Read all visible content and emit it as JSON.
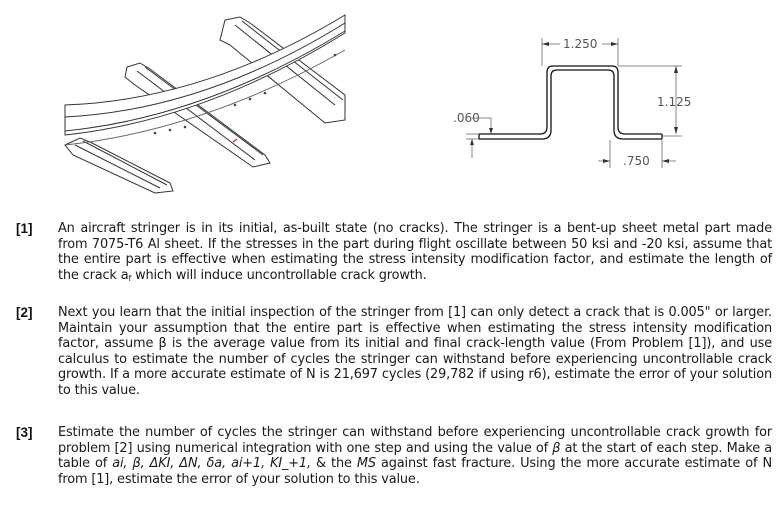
{
  "figures": {
    "stringer_illustration": {
      "description": "Isometric line drawing of curved aircraft frame with hat-section stringers passing beneath"
    },
    "hat_section": {
      "dimensions": {
        "top_width": "1.250",
        "height": "1.125",
        "thickness": ".060",
        "flange_width": ".750"
      }
    }
  },
  "problems": [
    {
      "number": "[1]",
      "text": "An aircraft stringer is in its initial, as-built state (no cracks).  The stringer is a bent-up sheet metal part made from 7075-T6 Al sheet.  If the stresses in the part during flight oscillate between 50 ksi and -20 ksi, assume that the entire part is effective when estimating the stress intensity modification factor, and estimate the length of the crack a",
      "subscript": "f",
      "text_end": " which will induce uncontrollable crack growth."
    },
    {
      "number": "[2]",
      "text": "Next you learn that the initial inspection of the stringer from [1] can only detect a crack that is 0.005\" or larger.  Maintain your assumption that the entire part is effective when estimating the stress intensity modification factor, assume β is the average value from its initial and final crack-length value (From Problem [1]), and use calculus to estimate the number of cycles the stringer can withstand before experiencing uncontrollable crack growth. If a more accurate estimate of N is 21,697 cycles (29,782 if using r6), estimate the error of your solution to this value."
    },
    {
      "number": "[3]",
      "text_a": "Estimate the number of cycles the stringer can withstand before experiencing uncontrollable crack growth for problem [2] using numerical integration with one step and using the value of ",
      "beta": "β",
      "text_b": " at the start of each step.  Make a table of ",
      "table_vars": "ai, β, ΔKI, ΔN, δa, ai+1, KI_+1,",
      "text_c": " & the ",
      "ms": "MS",
      "text_d": " against fast fracture.   Using the more accurate estimate of N from [1], estimate the error of your solution to this value."
    }
  ]
}
